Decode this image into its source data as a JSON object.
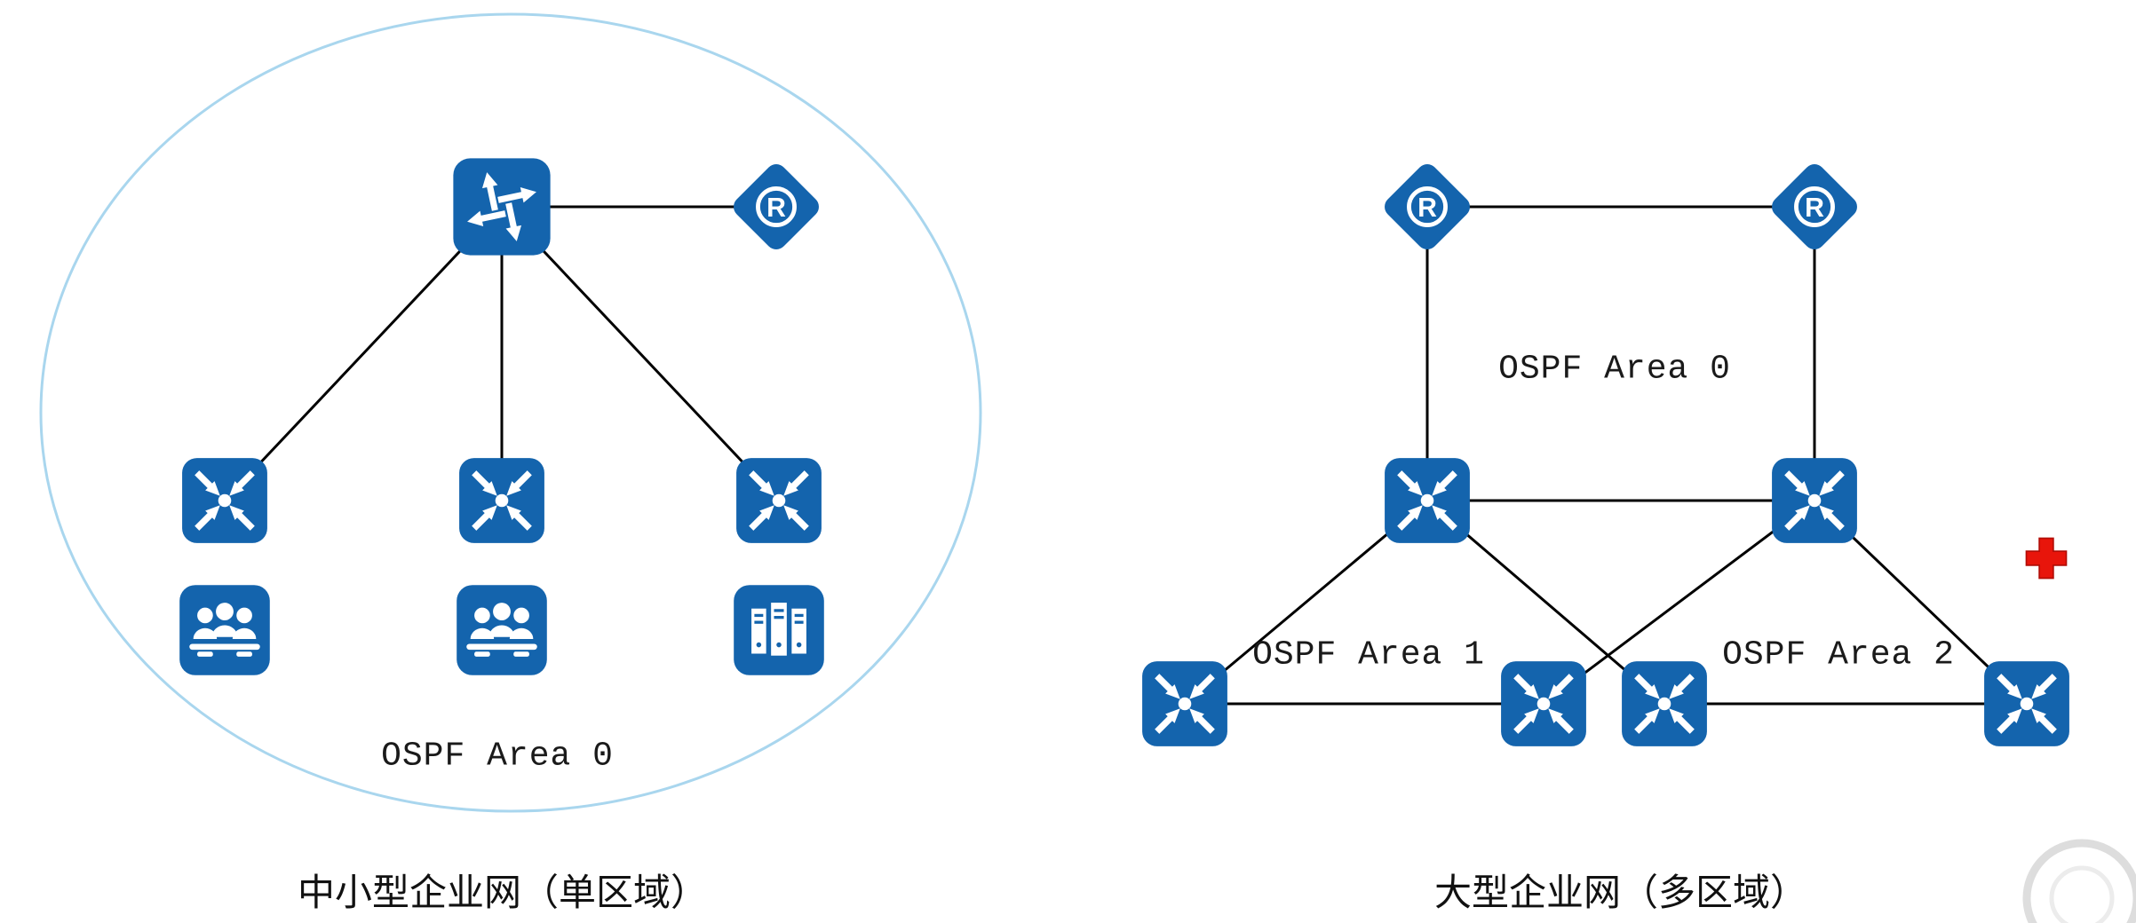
{
  "colors": {
    "icon_blue": "#1464ad",
    "line": "#000000",
    "ellipse_stroke": "#a9d6ee",
    "red_marker": "#e8150b",
    "text": "#1a1a1a",
    "watermark": "#d8d8d8"
  },
  "left_diagram": {
    "title": "中小型企业网（单区域）",
    "area_label": "OSPF Area 0",
    "nodes": {
      "core": "l3-switch",
      "gateway": "router",
      "access": [
        "switch",
        "switch",
        "switch"
      ],
      "endpoints": [
        "user-group",
        "user-group",
        "server-group"
      ]
    }
  },
  "right_diagram": {
    "title": "大型企业网（多区域）",
    "area0_label": "OSPF Area 0",
    "area1_label": "OSPF Area 1",
    "area2_label": "OSPF Area 2",
    "nodes": {
      "backbone_routers": [
        "router",
        "router"
      ],
      "area_border_switches": [
        "switch",
        "switch"
      ],
      "area_switches": [
        "switch",
        "switch",
        "switch",
        "switch"
      ]
    }
  },
  "annotations": {
    "red_cross_marker": "red-cross"
  }
}
